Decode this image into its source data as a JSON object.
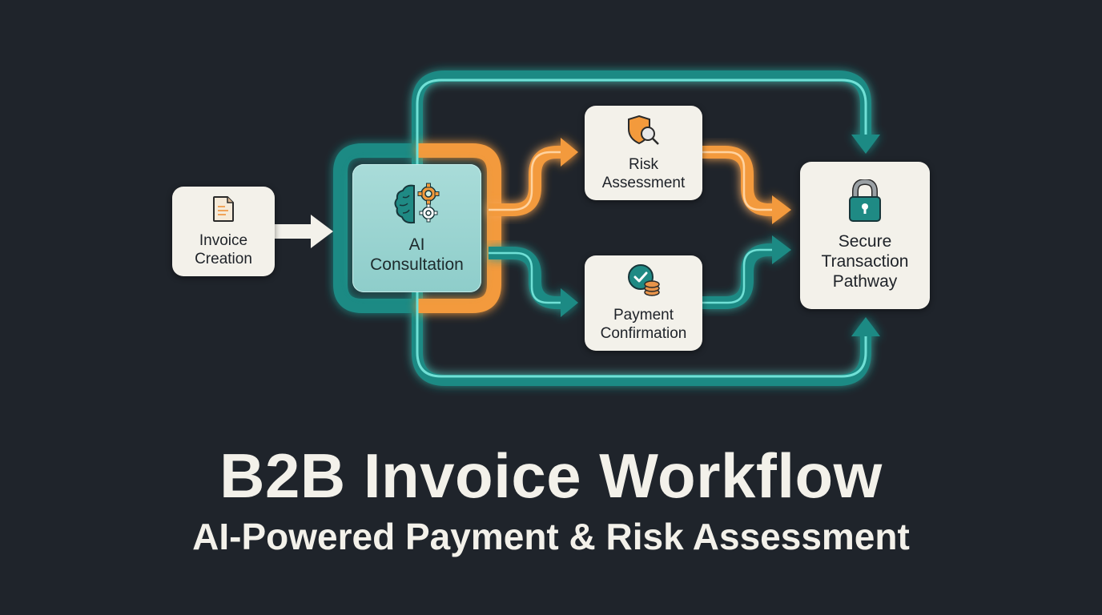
{
  "diagram": {
    "type": "flowchart",
    "nodes": {
      "invoice": {
        "label_line1": "Invoice",
        "label_line2": "Creation",
        "icon": "document-icon"
      },
      "ai": {
        "label_line1": "AI",
        "label_line2": "Consultation",
        "icon": "brain-gears-icon"
      },
      "risk": {
        "label_line1": "Risk",
        "label_line2": "Assessment",
        "icon": "shield-magnifier-icon"
      },
      "payment": {
        "label_line1": "Payment",
        "label_line2": "Confirmation",
        "icon": "check-coins-icon"
      },
      "secure": {
        "label_line1": "Secure",
        "label_line2": "Transaction",
        "label_line3": "Pathway",
        "icon": "padlock-icon"
      }
    },
    "edges": [
      {
        "from": "invoice",
        "to": "ai",
        "color": "#f3f1ea"
      },
      {
        "from": "ai",
        "to": "risk",
        "color": "#f39a3c"
      },
      {
        "from": "risk",
        "to": "secure",
        "color": "#f39a3c"
      },
      {
        "from": "ai",
        "to": "payment",
        "color": "#1f8a84"
      },
      {
        "from": "payment",
        "to": "secure",
        "color": "#1f8a84"
      },
      {
        "from": "ai",
        "to": "secure",
        "route": "top-loop",
        "color": "#1f8a84"
      },
      {
        "from": "ai",
        "to": "secure",
        "route": "bottom-loop",
        "color": "#1f8a84"
      }
    ],
    "colors": {
      "background": "#1f242b",
      "teal": "#1f8a84",
      "teal_highlight": "#6fe0d6",
      "orange": "#f39a3c",
      "orange_highlight": "#ffd3a0",
      "card": "#f3f1ea",
      "ai_card": "#9fd6d3"
    }
  },
  "title": {
    "main": "B2B Invoice Workflow",
    "subtitle": "AI-Powered Payment & Risk Assessment"
  }
}
